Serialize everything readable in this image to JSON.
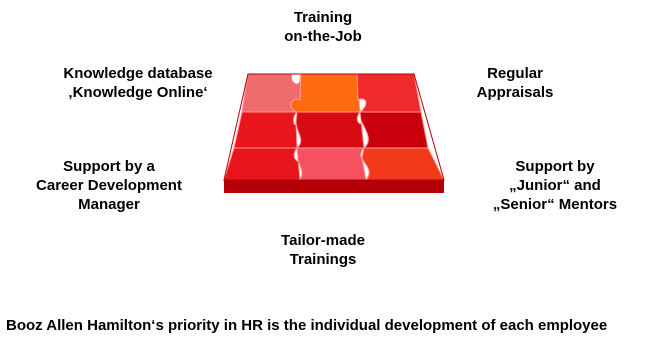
{
  "labels": {
    "top": [
      "Training",
      "on-the-Job"
    ],
    "top_left": [
      "Knowledge database",
      "‚Knowledge Online‘"
    ],
    "top_right": [
      "Regular",
      "Appraisals"
    ],
    "mid_left": [
      "Support by a",
      "Career Development",
      "Manager"
    ],
    "mid_right": [
      "Support by",
      "„Junior“ and",
      "„Senior“ Mentors"
    ],
    "bottom": [
      "Tailor-made",
      "Trainings"
    ]
  },
  "footer": "Booz Allen Hamilton‘s priority in HR is the individual development of each employee",
  "colors": {
    "piece_light": "#f06b6b",
    "piece_orange": "#ff6a12",
    "piece_red": "#e8151b",
    "piece_dark": "#c8000c",
    "piece_pink": "#f5515e",
    "edge": "#b30009",
    "seam": "#ff9a9a"
  }
}
